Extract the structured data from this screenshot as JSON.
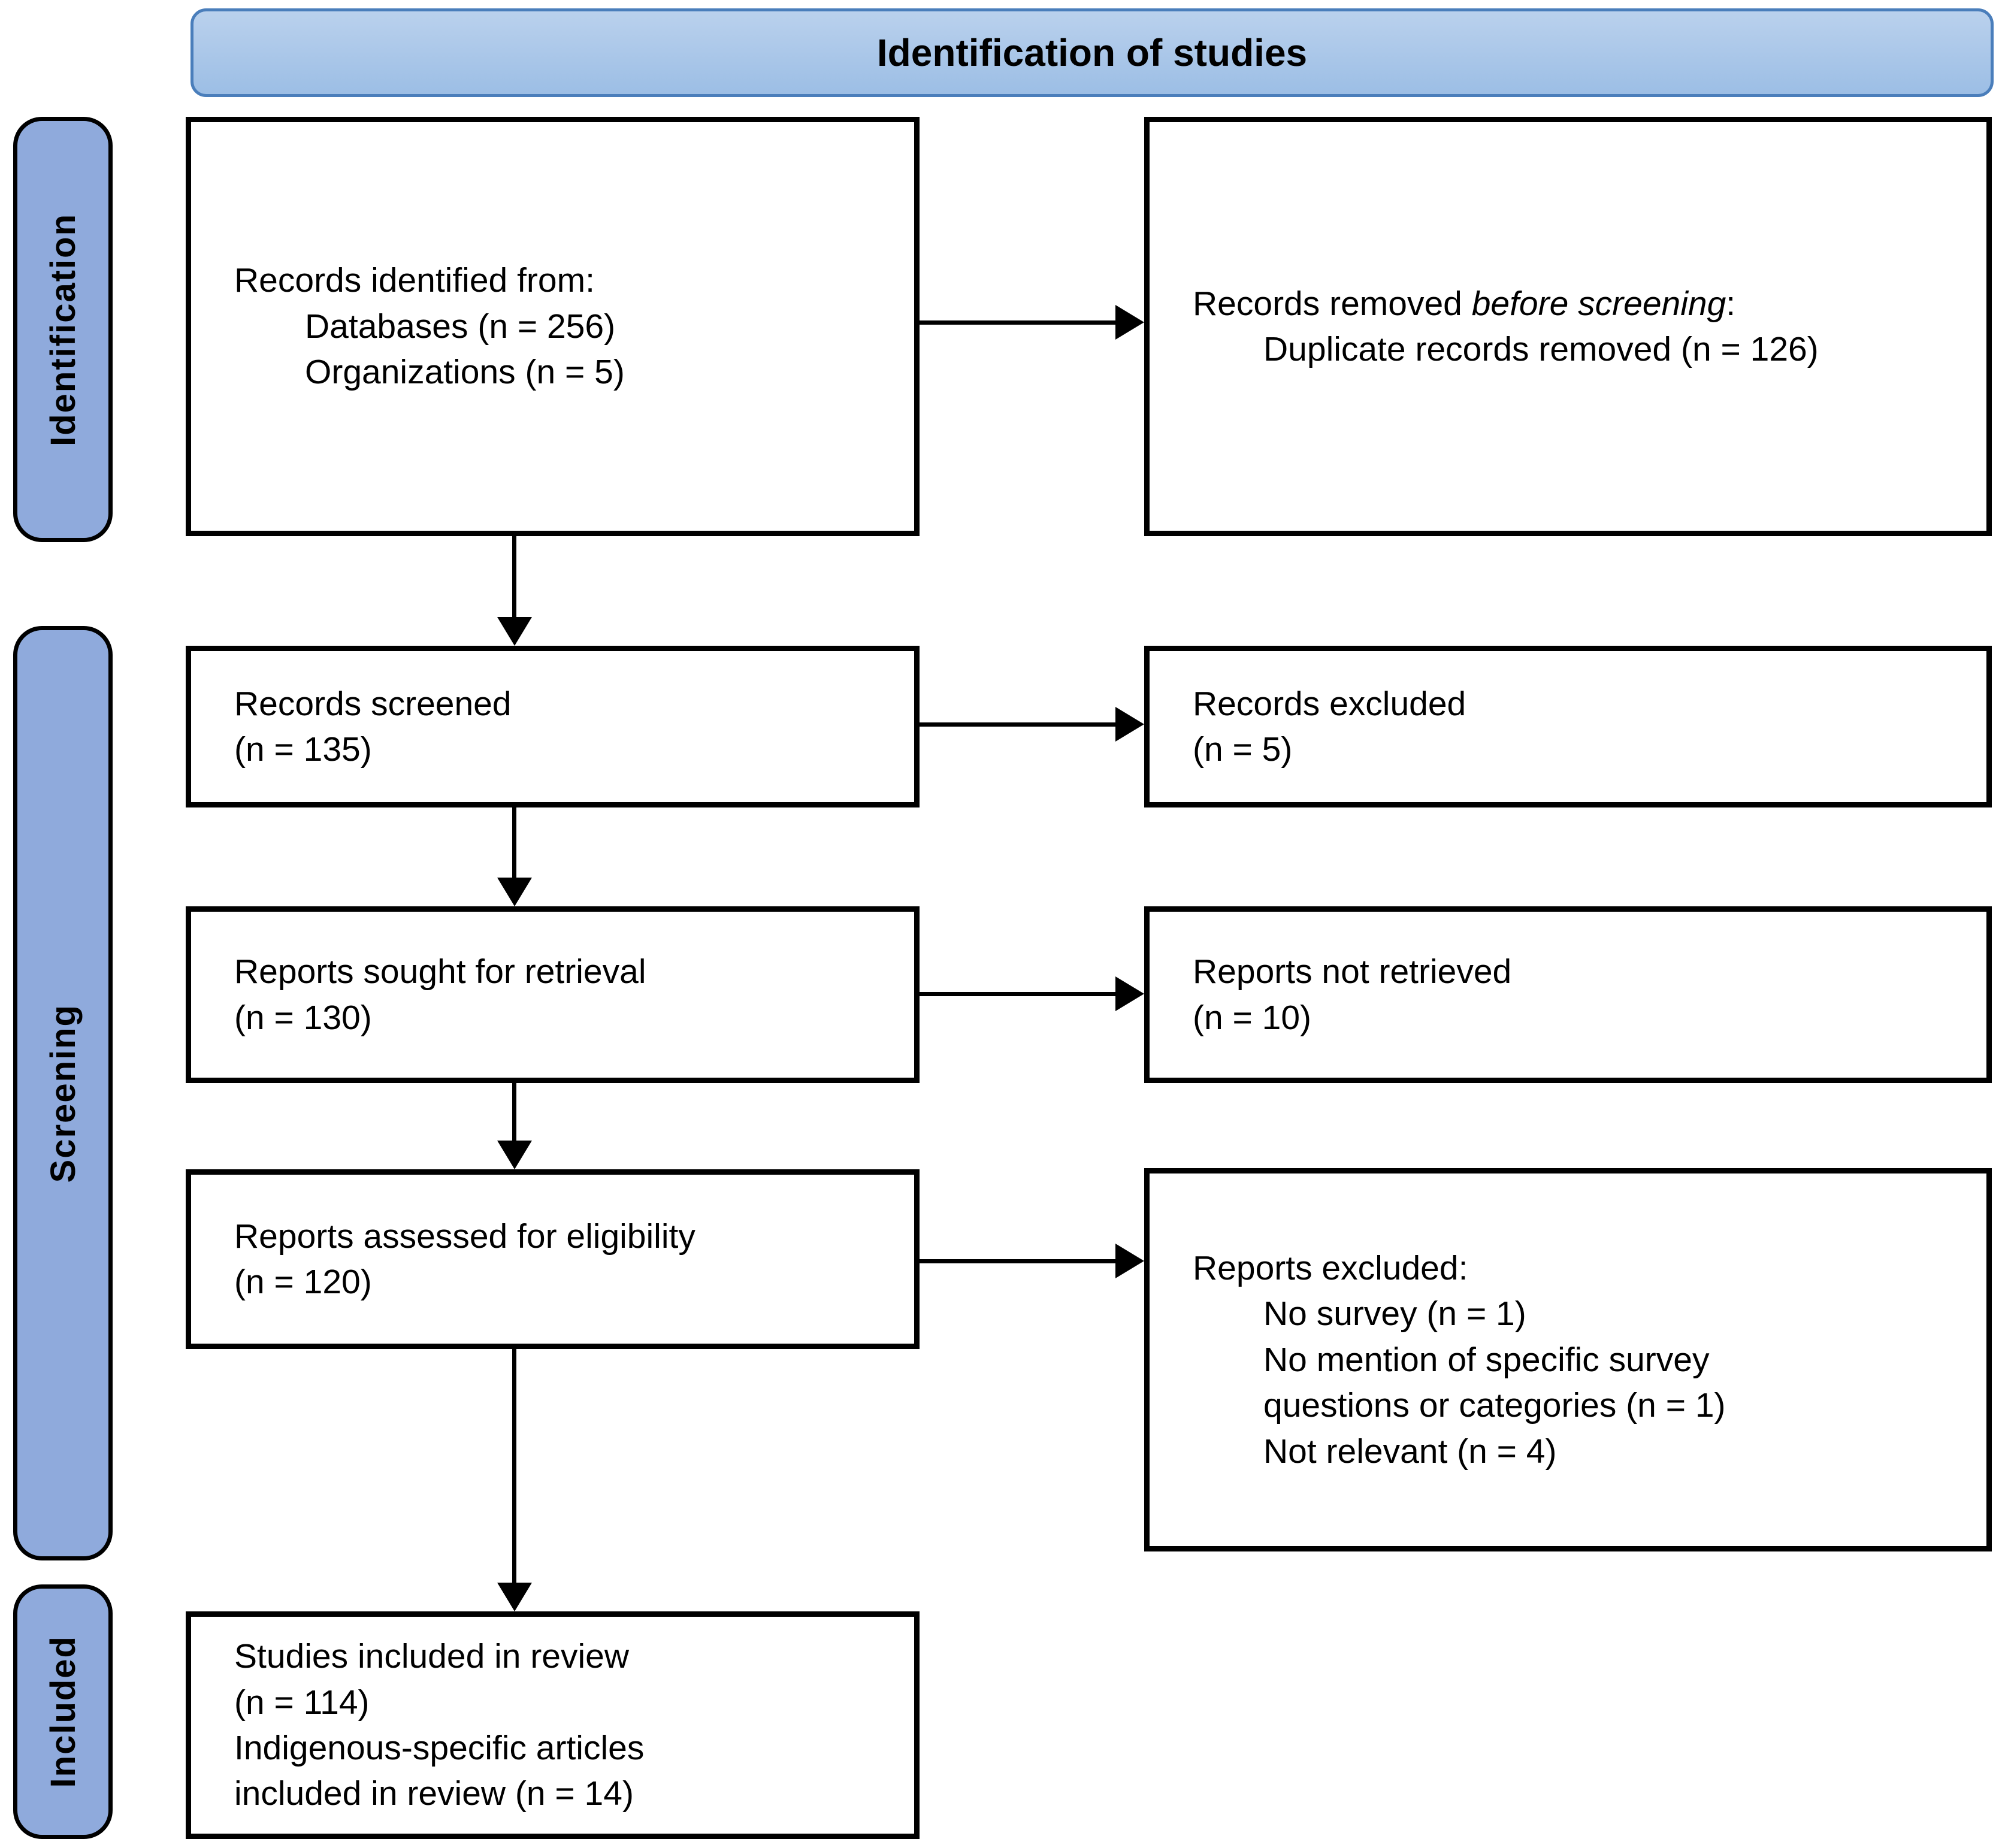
{
  "header": {
    "title": "Identification of studies"
  },
  "sidebar": {
    "identification": "Identification",
    "screening": "Screening",
    "included": "Included"
  },
  "boxes": {
    "records_identified": {
      "line1": "Records identified from:",
      "line2": "Databases (n = 256)",
      "line3": "Organizations (n = 5)"
    },
    "records_removed": {
      "prefix": "Records removed ",
      "emphasis": "before screening",
      "suffix": ":",
      "line2": "Duplicate records removed (n = 126)"
    },
    "records_screened": {
      "line1": "Records screened",
      "line2": "(n = 135)"
    },
    "records_excluded": {
      "line1": "Records excluded",
      "line2": "(n = 5)"
    },
    "reports_sought": {
      "line1": "Reports sought for retrieval",
      "line2": "(n = 130)"
    },
    "reports_not_retrieved": {
      "line1": "Reports not retrieved",
      "line2": "(n = 10)"
    },
    "reports_assessed": {
      "line1": "Reports assessed for eligibility",
      "line2": "(n = 120)"
    },
    "reports_excluded": {
      "line1": "Reports excluded:",
      "line2": "No survey (n = 1)",
      "line3": "No mention of specific survey questions or categories (n = 1)",
      "line4": "Not relevant (n = 4)"
    },
    "studies_included": {
      "line1": "Studies included in review",
      "line2": "(n = 114)",
      "line3": "Indigenous-specific articles",
      "line4": "included in review (n = 14)"
    }
  },
  "colors": {
    "header_fill_top": "#BAD1ED",
    "header_fill_bottom": "#9CBEE5",
    "header_border": "#4A7EBB",
    "sidebar_fill": "#8FAADC",
    "box_border": "#000000",
    "text": "#000000"
  }
}
